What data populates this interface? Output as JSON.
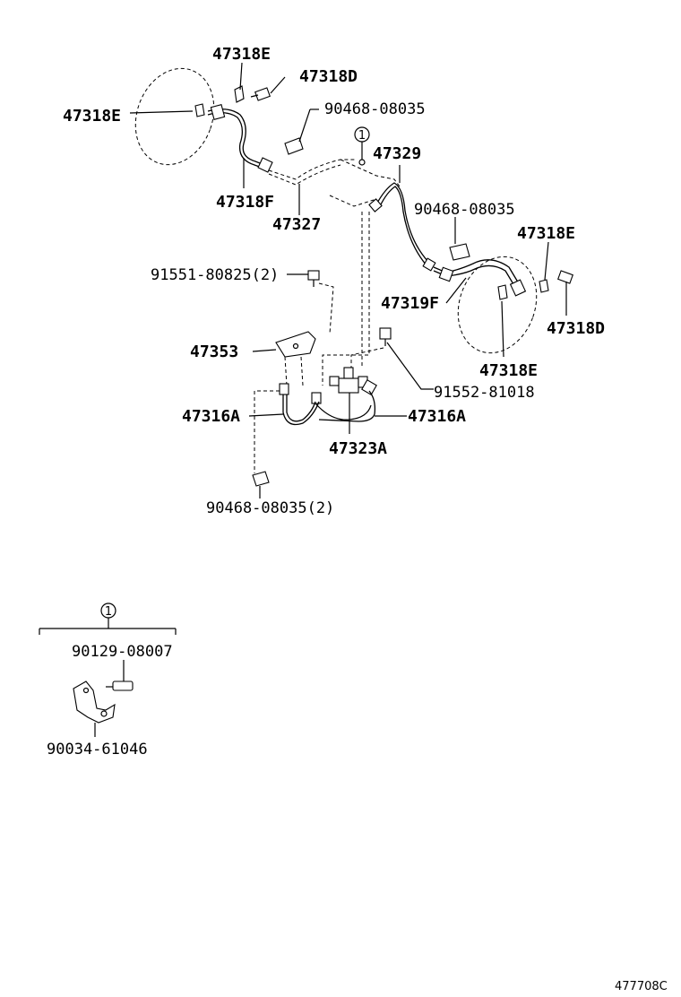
{
  "labels": {
    "p47318E_top": "47318E",
    "p47318D_top": "47318D",
    "p47318E_left": "47318E",
    "p90468_08035_top": "90468-08035",
    "ref_marker_top": "1",
    "p47329": "47329",
    "p47318F": "47318F",
    "p47327": "47327",
    "p90468_08035_right": "90468-08035",
    "p47318E_right": "47318E",
    "p91551_80825": "91551-80825(2)",
    "p47319F": "47319F",
    "p47318D_right": "47318D",
    "p47353": "47353",
    "p47318E_bottom": "47318E",
    "p91552_81018": "91552-81018",
    "p47316A_left": "47316A",
    "p47316A_right": "47316A",
    "p47323A": "47323A",
    "p90468_08035_bottom": "90468-08035(2)",
    "ref_marker_bottom": "1",
    "p90129_08007": "90129-08007",
    "p90034_61046": "90034-61046",
    "diagram_code": "477708C"
  }
}
